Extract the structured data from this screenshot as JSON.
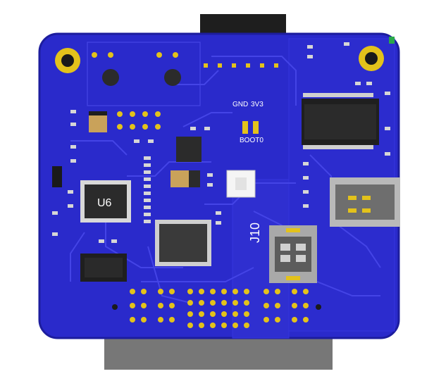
{
  "board": {
    "silkscreen": {
      "u6": "U6",
      "j10": "J10",
      "gnd": "GND",
      "v3v3": "3V3",
      "boot0": "BOOT0"
    },
    "colors": {
      "pcb": "#2a2acb",
      "pcb_edge": "#1d1d9e",
      "trace": "#3b3bd9",
      "gold": "#e3c21b",
      "chip": "#2b2b2b",
      "header_gray": "#7a7a7a",
      "white": "#ffffff"
    },
    "icons": [
      "mounting-hole-icon",
      "ic-chip-icon",
      "connector-icon",
      "pin-header-icon",
      "capacitor-icon"
    ]
  }
}
